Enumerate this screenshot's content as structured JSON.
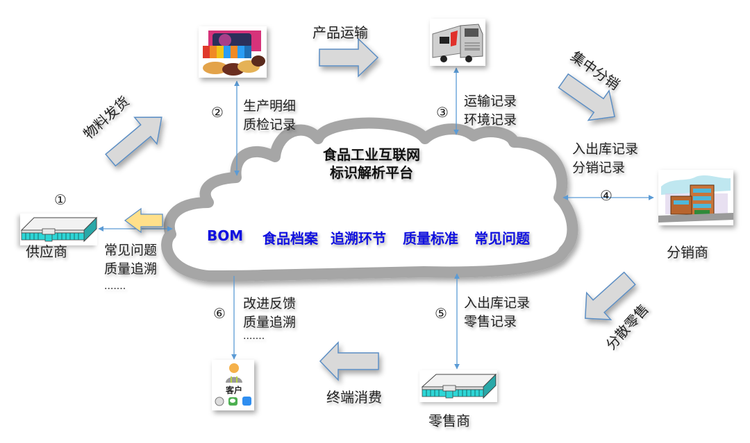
{
  "platform": {
    "title_line1": "食品工业互联网",
    "title_line2": "标识解析平台",
    "modules": [
      "BOM",
      "食品档案",
      "追溯环节",
      "质量标准",
      "常见问题"
    ]
  },
  "nodes": {
    "supplier": {
      "label": "供应商",
      "number": "①",
      "icon": "factory-building-icon"
    },
    "producer": {
      "number": "②",
      "icon": "food-products-image"
    },
    "logistics": {
      "number": "③",
      "icon": "truck-image"
    },
    "distributor": {
      "label": "分销商",
      "number": "④",
      "icon": "office-building-image"
    },
    "retailer": {
      "label": "零售商",
      "number": "⑤",
      "icon": "store-building-icon"
    },
    "customer": {
      "label": "客户",
      "number": "⑥",
      "icon": "customer-avatar-icon"
    }
  },
  "connections": {
    "supplier": {
      "line1": "常见问题",
      "line2": "质量追溯",
      "line3": "·······"
    },
    "producer": {
      "line1": "生产明细",
      "line2": "质检记录"
    },
    "logistics": {
      "line1": "运输记录",
      "line2": "环境记录"
    },
    "distributor": {
      "line1": "入出库记录",
      "line2": "分销记录"
    },
    "retailer": {
      "line1": "入出库记录",
      "line2": "零售记录"
    },
    "customer": {
      "line1": "改进反馈",
      "line2": "质量追溯",
      "line3": "·······"
    }
  },
  "flows": {
    "material_shipping": "物料发货",
    "product_transport": "产品运输",
    "centralized_distribution": "集中分销",
    "scattered_retail": "分散零售",
    "end_consumption": "终端消费"
  },
  "colors": {
    "module_text": "#1010e0",
    "cloud_outline": "#a6a6a6",
    "arrow_fill": "#d9d9d9",
    "arrow_stroke": "#5b8ec4",
    "feedback_arrow_fill": "#ffe08a",
    "connector": "#5b9bd5"
  }
}
